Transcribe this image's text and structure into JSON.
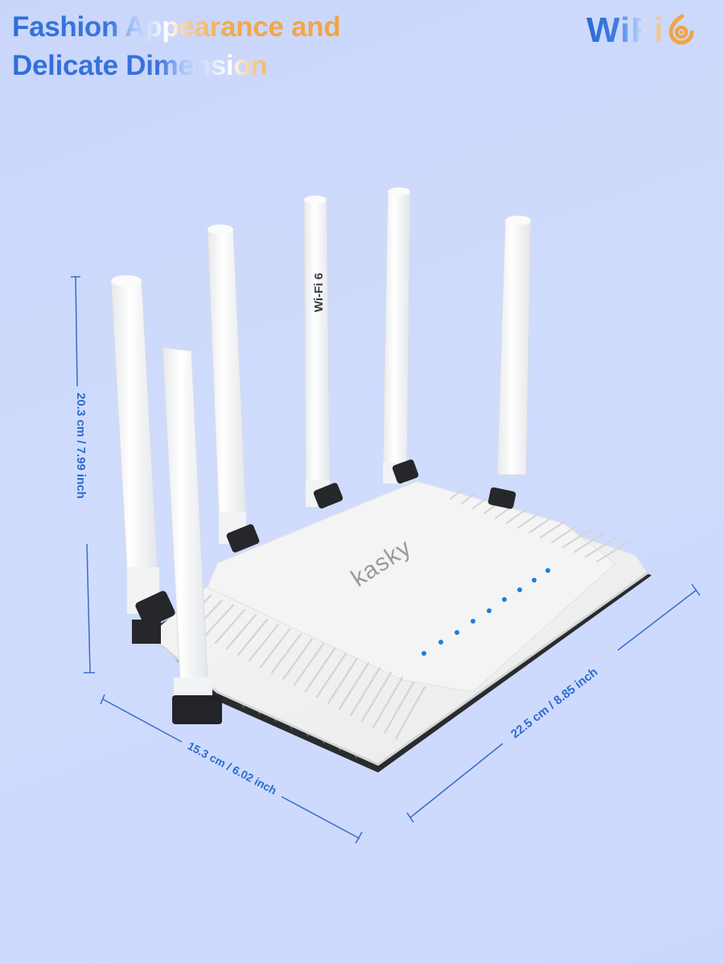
{
  "headline": {
    "line1": "Fashion Appearance and",
    "line2": "Delicate Dimension"
  },
  "badge": {
    "text": "WiFi",
    "version_icon": "wifi-6-signal-icon",
    "colors": {
      "blue": "#2c6ad6",
      "orange": "#f2a446"
    }
  },
  "product": {
    "brand": "kasky",
    "antenna_label": "Wi-Fi 6",
    "antenna_count": 6,
    "led_count": 9,
    "led_color": "#1f7fd6",
    "body_color": "#f1f2f3"
  },
  "dimensions": {
    "height": "20.3 cm / 7.99 inch",
    "width": "15.3 cm / 6.02 inch",
    "depth": "22.5 cm / 8.85 inch",
    "line_color": "#3a6cc8"
  },
  "colors": {
    "background": "#cbd8fd",
    "accent_blue": "#2f6fd8",
    "accent_orange": "#f2a446"
  }
}
